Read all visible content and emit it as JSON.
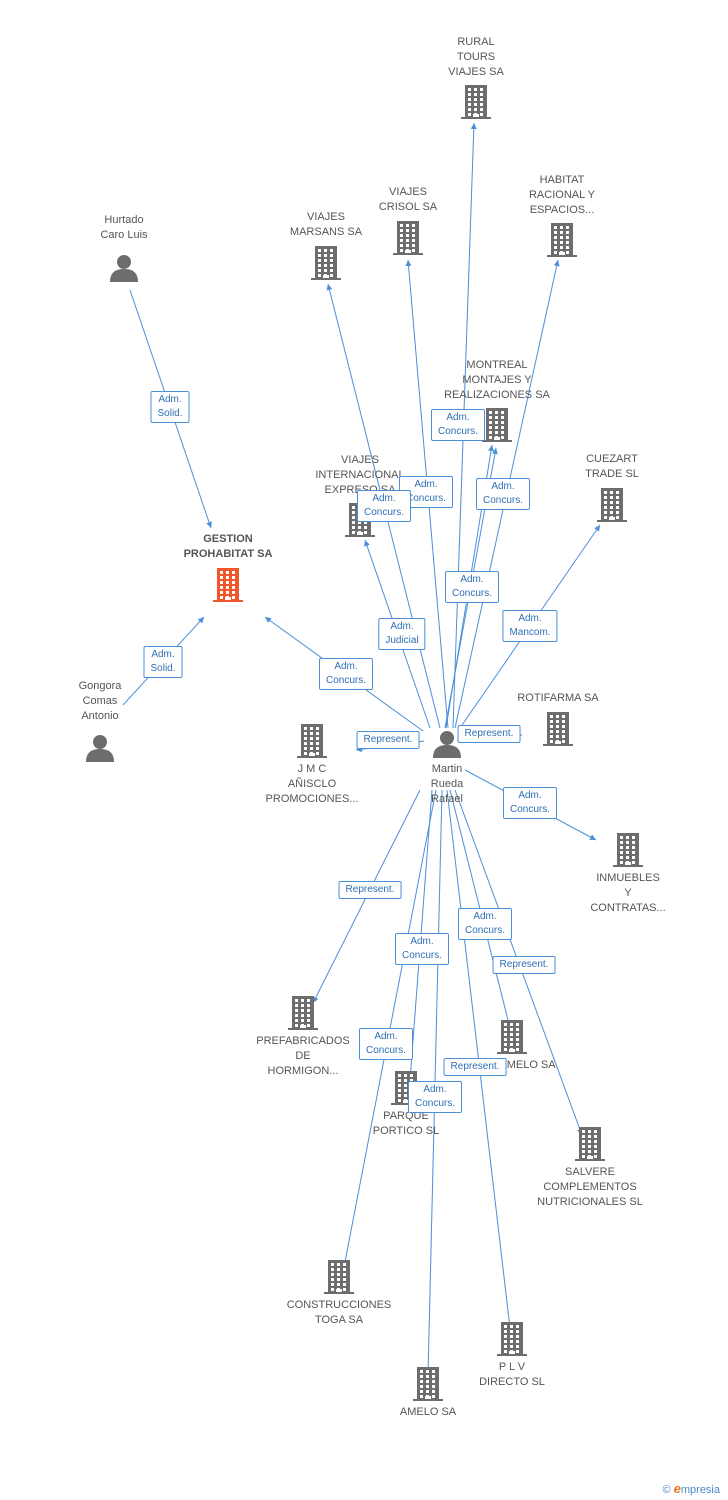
{
  "colors": {
    "edge": "#4a90d9",
    "company": "#6d6d6d",
    "main_company": "#f0582c",
    "person": "#6d6d6d",
    "label": "#555555"
  },
  "nodes": [
    {
      "id": "rural",
      "type": "company",
      "lines": [
        "RURAL",
        "TOURS",
        "VIAJES SA"
      ]
    },
    {
      "id": "habitat",
      "type": "company",
      "lines": [
        "HABITAT",
        "RACIONAL Y",
        "ESPACIOS..."
      ]
    },
    {
      "id": "crisol",
      "type": "company",
      "lines": [
        "VIAJES",
        "CRISOL SA"
      ]
    },
    {
      "id": "marsans",
      "type": "company",
      "lines": [
        "VIAJES",
        "MARSANS SA"
      ]
    },
    {
      "id": "hurtado",
      "type": "person",
      "lines": [
        "Hurtado",
        "Caro Luis"
      ]
    },
    {
      "id": "montreal",
      "type": "company",
      "lines": [
        "MONTREAL",
        "MONTAJES Y",
        "REALIZACIONES SA"
      ]
    },
    {
      "id": "internacional",
      "type": "company",
      "lines": [
        "VIAJES",
        "INTERNACIONAL",
        "EXPRESO SA"
      ]
    },
    {
      "id": "cuezart",
      "type": "company",
      "lines": [
        "CUEZART",
        "TRADE SL"
      ]
    },
    {
      "id": "gestion",
      "type": "main",
      "lines": [
        "GESTION",
        "PROHABITAT SA"
      ]
    },
    {
      "id": "gongora",
      "type": "person",
      "lines": [
        "Gongora",
        "Comas",
        "Antonio"
      ]
    },
    {
      "id": "rotifarma",
      "type": "company",
      "lines": [
        "ROTIFARMA SA"
      ]
    },
    {
      "id": "jmc",
      "type": "company",
      "lines": [
        "J M C",
        "AÑISCLO",
        "PROMOCIONES..."
      ]
    },
    {
      "id": "martin",
      "type": "person",
      "lines": [
        "Martin",
        "Rueda",
        "Rafael"
      ]
    },
    {
      "id": "inmuebles",
      "type": "company",
      "lines": [
        "INMUEBLES",
        "Y",
        "CONTRATAS..."
      ]
    },
    {
      "id": "prefabricados",
      "type": "company",
      "lines": [
        "PREFABRICADOS",
        "DE",
        "HORMIGON..."
      ]
    },
    {
      "id": "sotoamelo",
      "type": "company",
      "lines": [
        "SOTOAMELO SA"
      ]
    },
    {
      "id": "parque",
      "type": "company",
      "lines": [
        "PARQUE",
        "PORTICO SL"
      ]
    },
    {
      "id": "salvere",
      "type": "company",
      "lines": [
        "SALVERE",
        "COMPLEMENTOS",
        "NUTRICIONALES SL"
      ]
    },
    {
      "id": "construcciones",
      "type": "company",
      "lines": [
        "CONSTRUCCIONES",
        "TOGA SA"
      ]
    },
    {
      "id": "plv",
      "type": "company",
      "lines": [
        "P L V",
        "DIRECTO SL"
      ]
    },
    {
      "id": "amelo",
      "type": "company",
      "lines": [
        "AMELO SA"
      ]
    }
  ],
  "edges": [
    {
      "from": "hurtado",
      "to": "gestion",
      "label": [
        "Adm.",
        "Solid."
      ]
    },
    {
      "from": "gongora",
      "to": "gestion",
      "label": [
        "Adm.",
        "Solid."
      ]
    },
    {
      "from": "martin",
      "to": "gestion",
      "label": [
        "Adm.",
        "Concurs."
      ]
    },
    {
      "from": "martin",
      "to": "rural",
      "label": []
    },
    {
      "from": "martin",
      "to": "habitat",
      "label": [
        "Adm.",
        "Concurs."
      ]
    },
    {
      "from": "martin",
      "to": "crisol",
      "label": [
        "Adm.",
        "Concurs."
      ]
    },
    {
      "from": "martin",
      "to": "marsans",
      "label": [
        "Adm.",
        "Concurs."
      ]
    },
    {
      "from": "martin",
      "to": "montreal",
      "label": [
        "Adm.",
        "Concurs."
      ]
    },
    {
      "from": "martin",
      "to": "internacional",
      "label": [
        "Adm.",
        "Judicial"
      ]
    },
    {
      "from": "martin",
      "to": "cuezart",
      "label": [
        "Adm.",
        "Mancom."
      ]
    },
    {
      "from": "martin",
      "to": "montreal",
      "label": [
        "Adm.",
        "Concurs."
      ]
    },
    {
      "from": "martin",
      "to": "rotifarma",
      "label": [
        "Represent."
      ]
    },
    {
      "from": "martin",
      "to": "jmc",
      "label": [
        "Represent."
      ]
    },
    {
      "from": "martin",
      "to": "inmuebles",
      "label": [
        "Adm.",
        "Concurs."
      ]
    },
    {
      "from": "martin",
      "to": "prefabricados",
      "label": [
        "Represent."
      ]
    },
    {
      "from": "martin",
      "to": "sotoamelo",
      "label": [
        "Adm.",
        "Concurs."
      ]
    },
    {
      "from": "martin",
      "to": "salvere",
      "label": [
        "Represent."
      ]
    },
    {
      "from": "martin",
      "to": "parque",
      "label": [
        "Adm.",
        "Concurs."
      ]
    },
    {
      "from": "martin",
      "to": "construcciones",
      "label": [
        "Adm.",
        "Concurs."
      ]
    },
    {
      "from": "martin",
      "to": "plv",
      "label": [
        "Represent."
      ]
    },
    {
      "from": "martin",
      "to": "amelo",
      "label": [
        "Adm.",
        "Concurs."
      ]
    }
  ],
  "footer": {
    "copyright": "©",
    "brand_initial": "e",
    "brand_rest": "mpresia"
  }
}
